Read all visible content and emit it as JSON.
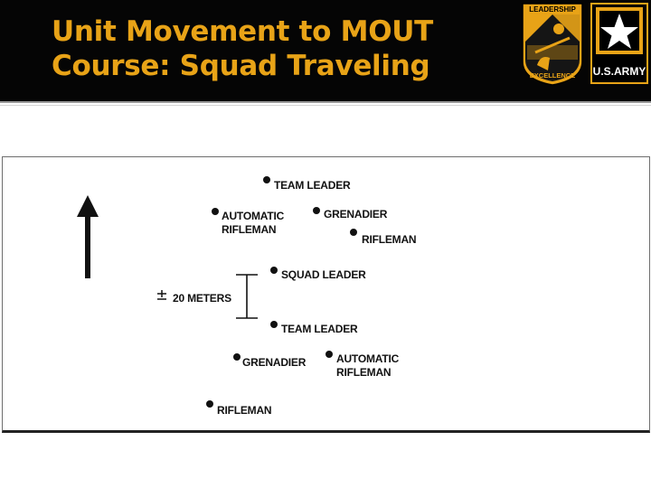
{
  "slide": {
    "title_line1": "Unit Movement to MOUT",
    "title_line2": "Course: Squad Traveling"
  },
  "logos": {
    "leadership_text_top": "LEADERSHIP",
    "leadership_text_bottom": "EXCELLENCE",
    "army_text": "U.S.ARMY"
  },
  "diagram": {
    "distance_label": "20 METERS",
    "team_leader_1": "TEAM LEADER",
    "automatic_rifleman_1_line1": "AUTOMATIC",
    "automatic_rifleman_1_line2": "RIFLEMAN",
    "grenadier_1": "GRENADIER",
    "rifleman_1": "RIFLEMAN",
    "squad_leader": "SQUAD LEADER",
    "team_leader_2": "TEAM LEADER",
    "grenadier_2": "GRENADIER",
    "automatic_rifleman_2_line1": "AUTOMATIC",
    "automatic_rifleman_2_line2": "RIFLEMAN",
    "rifleman_2": "RIFLEMAN"
  },
  "colors": {
    "header_bg": "#050505",
    "title": "#e8a317",
    "army_gold": "#e8a317"
  }
}
